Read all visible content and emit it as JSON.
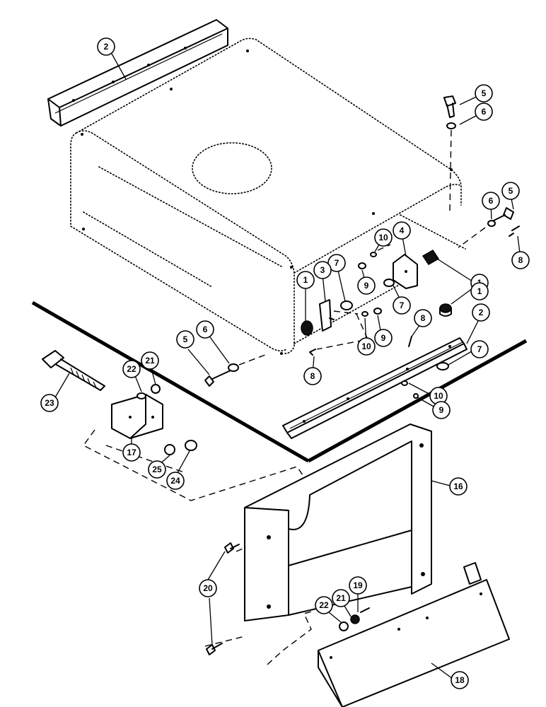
{
  "callouts": [
    {
      "id": "c-2-top",
      "label": "2"
    },
    {
      "id": "c-5-a",
      "label": "5"
    },
    {
      "id": "c-6-a",
      "label": "6"
    },
    {
      "id": "c-5-b",
      "label": "5"
    },
    {
      "id": "c-6-b",
      "label": "6"
    },
    {
      "id": "c-8-a",
      "label": "8"
    },
    {
      "id": "c-10-a",
      "label": "10"
    },
    {
      "id": "c-4",
      "label": "4"
    },
    {
      "id": "c-9-a",
      "label": "9"
    },
    {
      "id": "c-7-a",
      "label": "7"
    },
    {
      "id": "c-1-a",
      "label": "1"
    },
    {
      "id": "c-1-b",
      "label": "1"
    },
    {
      "id": "c-1-c",
      "label": "1"
    },
    {
      "id": "c-3",
      "label": "3"
    },
    {
      "id": "c-7-b",
      "label": "7"
    },
    {
      "id": "c-8-b",
      "label": "8"
    },
    {
      "id": "c-2-bottom",
      "label": "2"
    },
    {
      "id": "c-10-b",
      "label": "10"
    },
    {
      "id": "c-9-b",
      "label": "9"
    },
    {
      "id": "c-8-c",
      "label": "8"
    },
    {
      "id": "c-5-c",
      "label": "5"
    },
    {
      "id": "c-6-c",
      "label": "6"
    },
    {
      "id": "c-7-c",
      "label": "7"
    },
    {
      "id": "c-10-c",
      "label": "10"
    },
    {
      "id": "c-9-c",
      "label": "9"
    },
    {
      "id": "c-23",
      "label": "23"
    },
    {
      "id": "c-22-a",
      "label": "22"
    },
    {
      "id": "c-21-a",
      "label": "21"
    },
    {
      "id": "c-17",
      "label": "17"
    },
    {
      "id": "c-25",
      "label": "25"
    },
    {
      "id": "c-24",
      "label": "24"
    },
    {
      "id": "c-16",
      "label": "16"
    },
    {
      "id": "c-20",
      "label": "20"
    },
    {
      "id": "c-19",
      "label": "19"
    },
    {
      "id": "c-21-b",
      "label": "21"
    },
    {
      "id": "c-22-b",
      "label": "22"
    },
    {
      "id": "c-18",
      "label": "18"
    }
  ]
}
